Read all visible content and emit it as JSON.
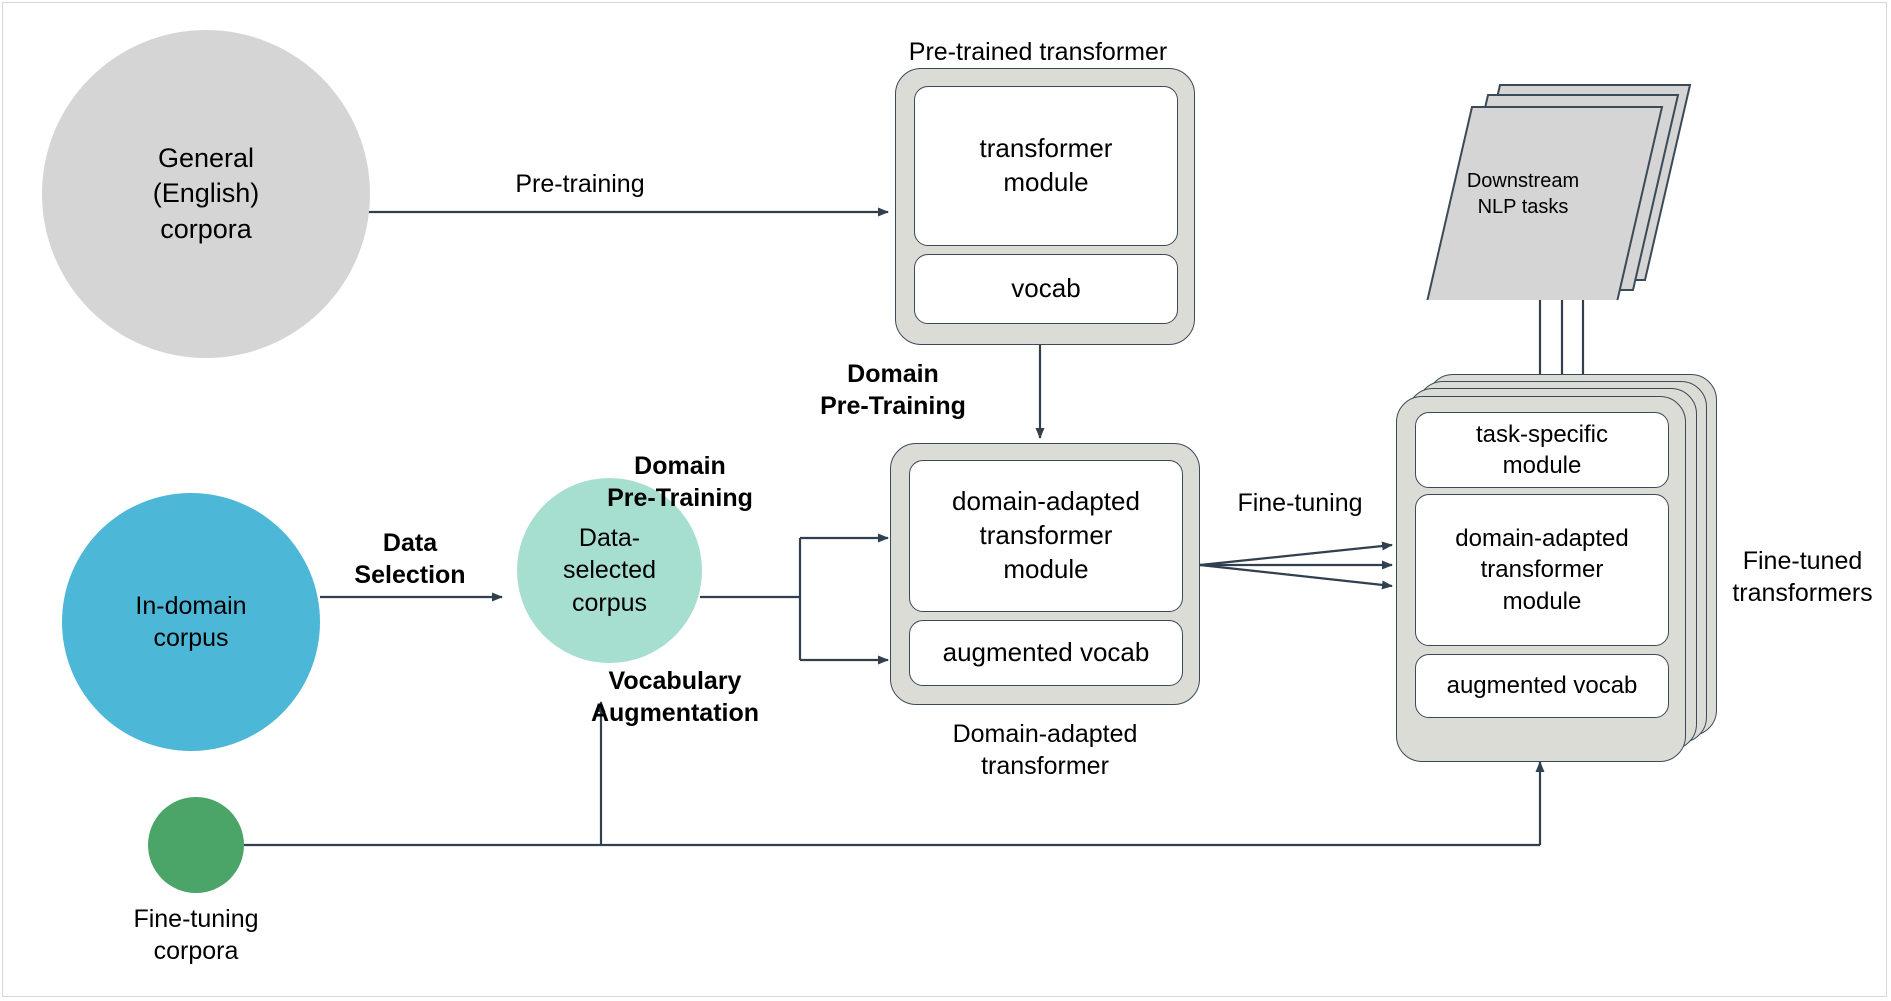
{
  "diagram": {
    "title": "Domain adaptation pipeline for transformers",
    "colors": {
      "general_corpora_fill": "#d5d5d5",
      "in_domain_fill": "#4cb7d7",
      "data_selected_fill": "#a6ded0",
      "fine_tuning_fill": "#4ca568",
      "module_shell": "#dcdcd6",
      "stroke": "#3b4a57",
      "inner_fill": "#ffffff",
      "text": "#000000"
    },
    "nodes": {
      "general_corpora": {
        "label": "General\n(English)\ncorpora"
      },
      "in_domain_corpus": {
        "label": "In-domain\ncorpus"
      },
      "data_selected_corpus": {
        "label": "Data-\nselected\ncorpus"
      },
      "fine_tuning_corpora": {
        "label": "Fine-tuning\ncorpora"
      },
      "pretrained_transformer": {
        "caption": "Pre-trained transformer",
        "module_label": "transformer\nmodule",
        "vocab_label": "vocab"
      },
      "domain_adapted_transformer": {
        "caption": "Domain-adapted\ntransformer",
        "module_label": "domain-adapted\ntransformer\nmodule",
        "vocab_label": "augmented vocab"
      },
      "fine_tuned_transformers": {
        "caption": "Fine-tuned\ntransformers",
        "task_module_label": "task-specific\nmodule",
        "module_label": "domain-adapted\ntransformer\nmodule",
        "vocab_label": "augmented vocab"
      },
      "downstream_tasks": {
        "label": "Downstream\nNLP tasks"
      }
    },
    "edges": {
      "pre_training": {
        "label": "Pre-training"
      },
      "data_selection": {
        "label": "Data\nSelection"
      },
      "domain_pre_training_top": {
        "label": "Domain\nPre-Training"
      },
      "domain_pre_training_left": {
        "label": "Domain\nPre-Training"
      },
      "vocabulary_augmentation": {
        "label": "Vocabulary\nAugmentation"
      },
      "fine_tuning": {
        "label": "Fine-tuning"
      }
    }
  }
}
